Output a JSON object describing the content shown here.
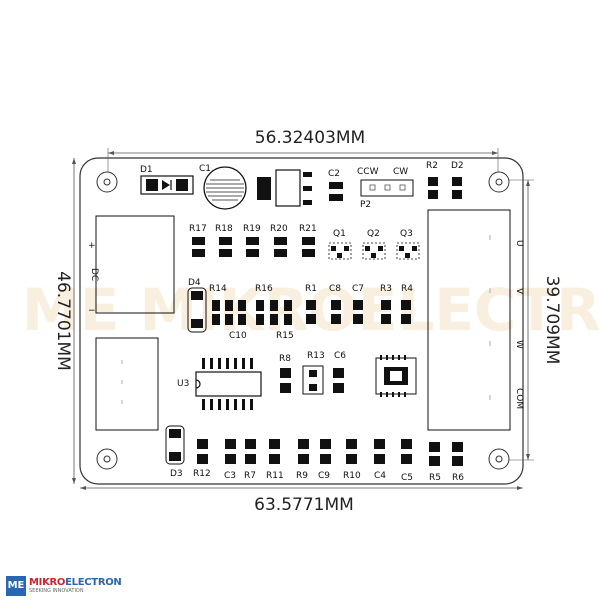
{
  "dimensions": {
    "top_width": "56.32403MM",
    "bottom_width": "63.5771MM",
    "left_height": "46.7701MM",
    "right_height": "39.709MM"
  },
  "labels": {
    "D1": "D1",
    "C1": "C1",
    "C2": "C2",
    "P2": "P2",
    "CCW": "CCW",
    "CW": "CW",
    "R2": "R2",
    "D2": "D2",
    "R17": "R17",
    "R18": "R18",
    "R19": "R19",
    "R20": "R20",
    "R21": "R21",
    "Q1": "Q1",
    "Q2": "Q2",
    "Q3": "Q3",
    "D4": "D4",
    "R14": "R14",
    "R16": "R16",
    "R1": "R1",
    "C8": "C8",
    "C7": "C7",
    "R3": "R3",
    "R4": "R4",
    "C10": "C10",
    "R15": "R15",
    "R8": "R8",
    "R13": "R13",
    "C6": "C6",
    "U3": "U3",
    "D3": "D3",
    "R12": "R12",
    "C3": "C3",
    "R7": "R7",
    "R11": "R11",
    "R9": "R9",
    "C9": "C9",
    "R10": "R10",
    "C4": "C4",
    "C5": "C5",
    "R5": "R5",
    "R6": "R6",
    "plus": "+",
    "DC": "DC",
    "minus": "−",
    "U": "U",
    "V": "V",
    "W": "W",
    "COM": "COM"
  },
  "watermark": "ME MIKROELECTRON",
  "logo": {
    "badge": "ME",
    "name_a": "MIKRO",
    "name_b": "ELECTRON",
    "tagline": "SEEKING INNOVATION"
  },
  "colors": {
    "outline": "#333333",
    "pad": "#111111",
    "watermark": "#f3e3c6",
    "brand_blue": "#2a67b2",
    "brand_red": "#d1232a"
  }
}
